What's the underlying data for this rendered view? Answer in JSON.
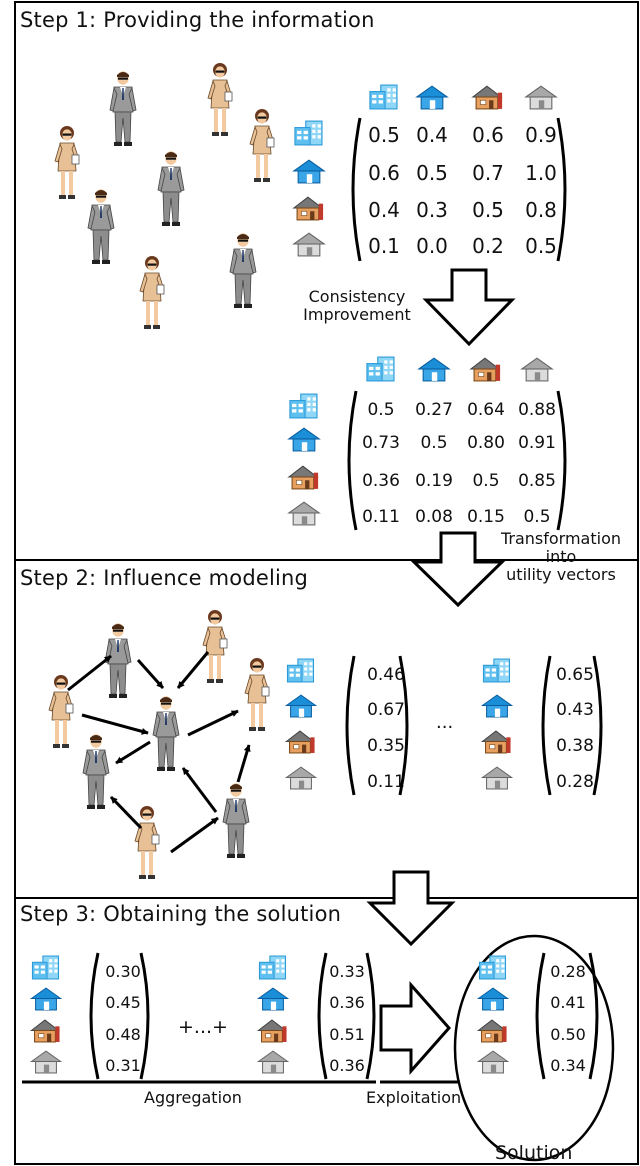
{
  "steps": {
    "step1": "Step 1: Providing the information",
    "step2": "Step 2: Influence modeling",
    "step3": "Step 3: Obtaining the solution"
  },
  "labels": {
    "consistency_line1": "Consistency",
    "consistency_line2": "Improvement",
    "transformation_line1": "Transformation",
    "transformation_line2": "into",
    "transformation_line3": "utility vectors",
    "ellipsis": "...",
    "plus": "+...+",
    "aggregation": "Aggregation",
    "exploitation": "Exploitation",
    "solution": "Solution"
  },
  "icons": [
    "office-building-icon",
    "blue-house-icon",
    "orange-house-icon",
    "gray-house-icon"
  ],
  "colors": {
    "building_blue": "#5fc0f0",
    "house_blue": "#1a8fd8",
    "house_orange": "#e8a060",
    "house_roof_red": "#c0392b",
    "house_gray": "#a8a8a8",
    "woman_dress": "#e8c096",
    "man_suit": "#9a9a9a"
  },
  "matrices": {
    "initial": [
      [
        "0.5",
        "0.4",
        "0.6",
        "0.9"
      ],
      [
        "0.6",
        "0.5",
        "0.7",
        "1.0"
      ],
      [
        "0.4",
        "0.3",
        "0.5",
        "0.8"
      ],
      [
        "0.1",
        "0.0",
        "0.2",
        "0.5"
      ]
    ],
    "improved": [
      [
        "0.5",
        "0.27",
        "0.64",
        "0.88"
      ],
      [
        "0.73",
        "0.5",
        "0.80",
        "0.91"
      ],
      [
        "0.36",
        "0.19",
        "0.5",
        "0.85"
      ],
      [
        "0.11",
        "0.08",
        "0.15",
        "0.5"
      ]
    ]
  },
  "vectors": {
    "utility_first": [
      "0.46",
      "0.67",
      "0.35",
      "0.11"
    ],
    "utility_last": [
      "0.65",
      "0.43",
      "0.38",
      "0.28"
    ],
    "aggregation_first": [
      "0.30",
      "0.45",
      "0.48",
      "0.31"
    ],
    "aggregation_last": [
      "0.33",
      "0.36",
      "0.51",
      "0.36"
    ],
    "solution": [
      "0.28",
      "0.41",
      "0.50",
      "0.34"
    ]
  }
}
